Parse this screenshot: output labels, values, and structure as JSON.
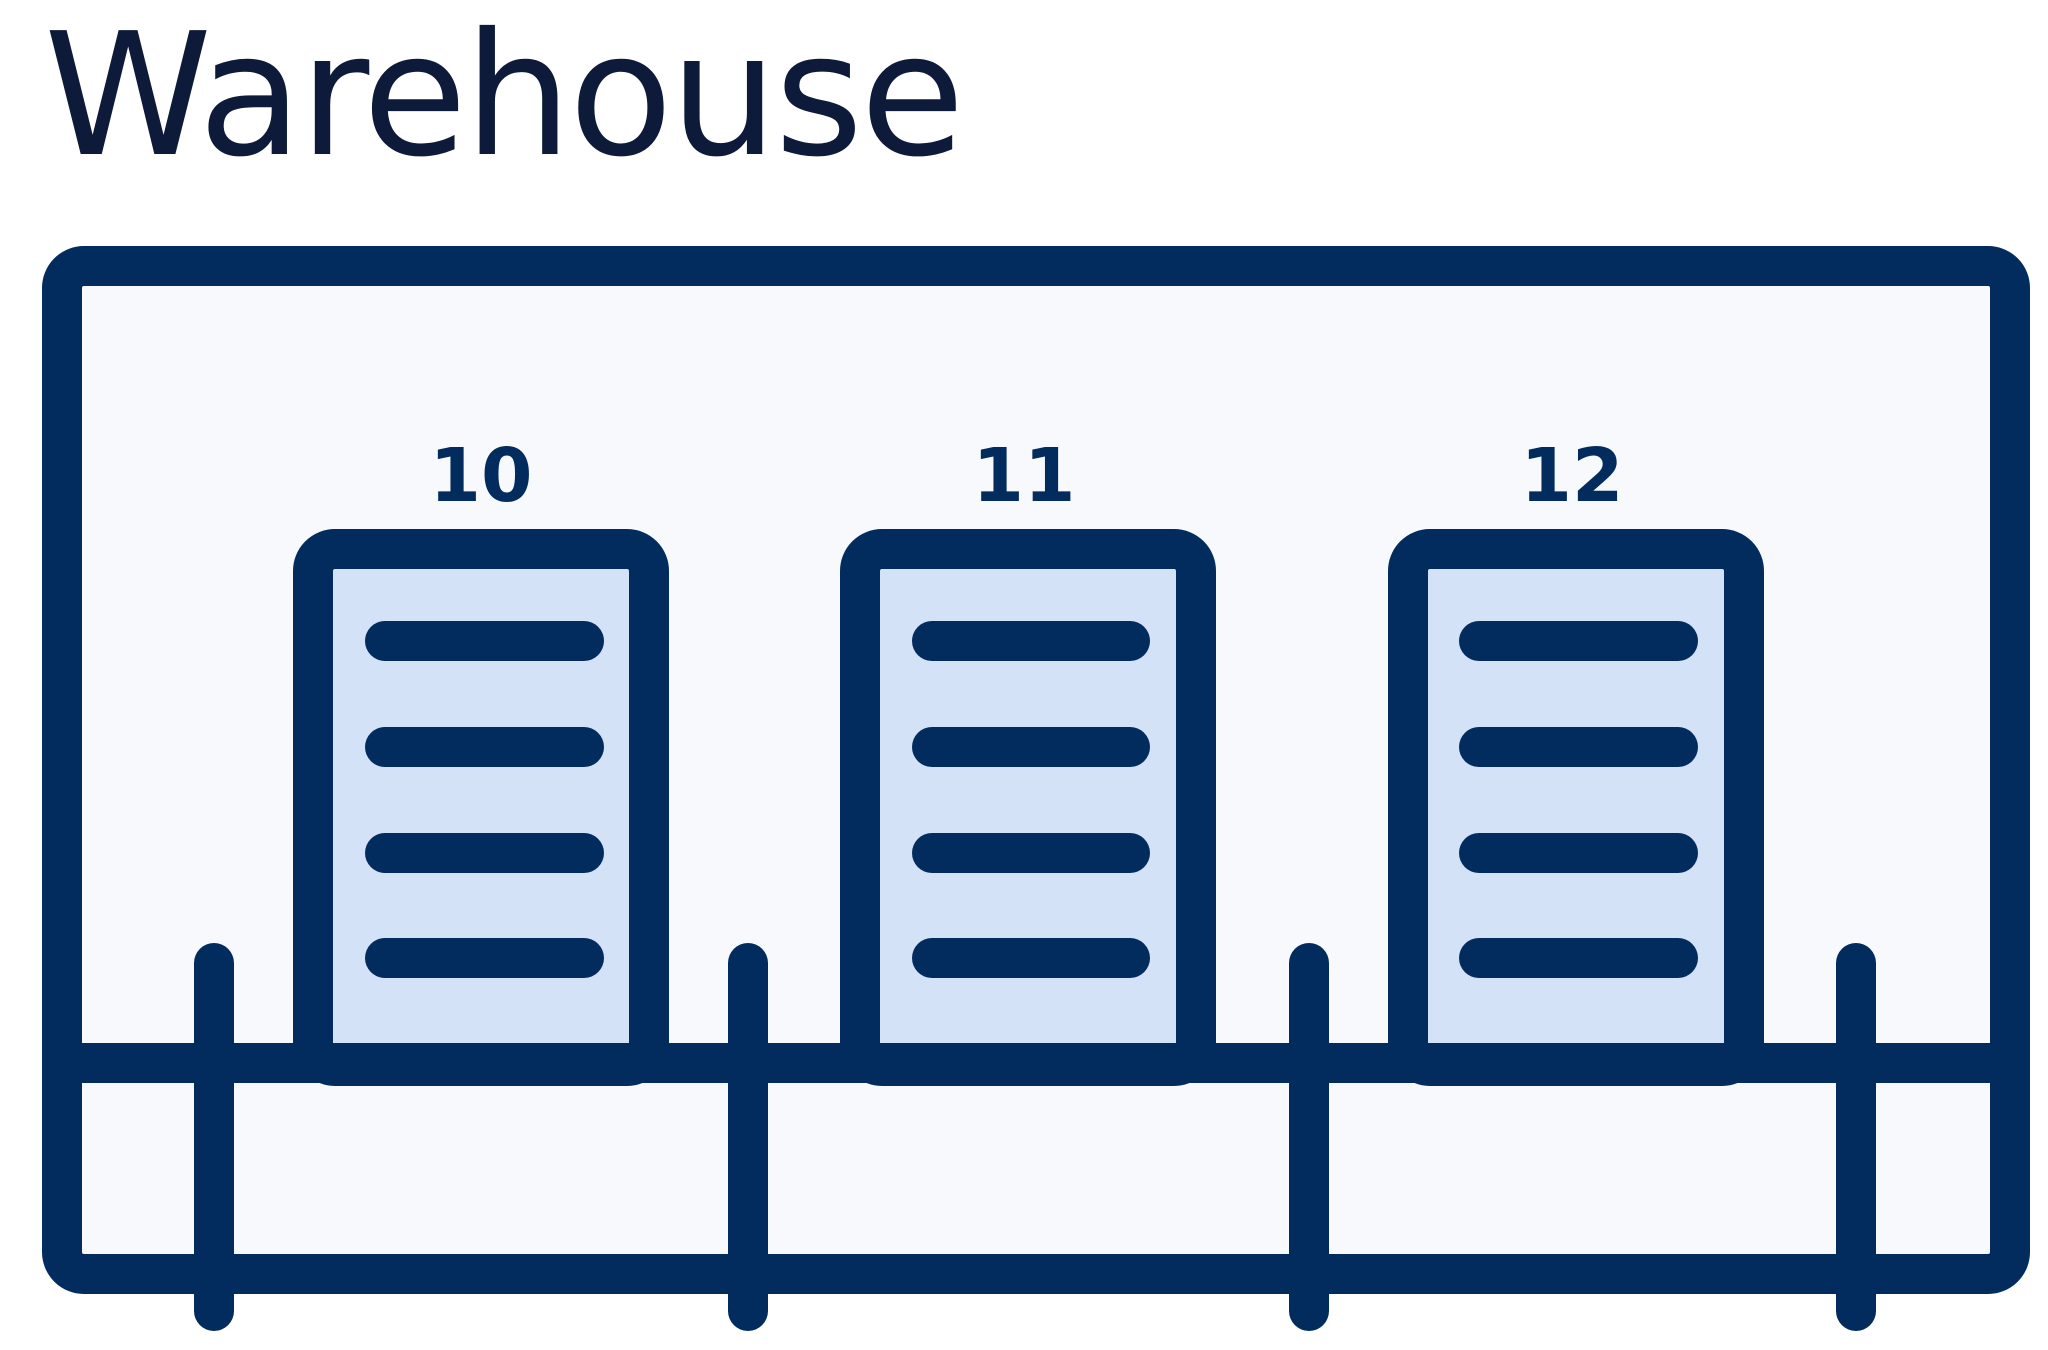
{
  "title": "Warehouse",
  "colors": {
    "stroke": "#022b5e",
    "floor_fill": "#f7f9fc",
    "rack_fill": "#d3e2f7",
    "title": "#0e1a3a"
  },
  "racks": [
    {
      "number": "10",
      "shelf_count": 4
    },
    {
      "number": "11",
      "shelf_count": 4
    },
    {
      "number": "12",
      "shelf_count": 4
    }
  ],
  "posts": 4
}
